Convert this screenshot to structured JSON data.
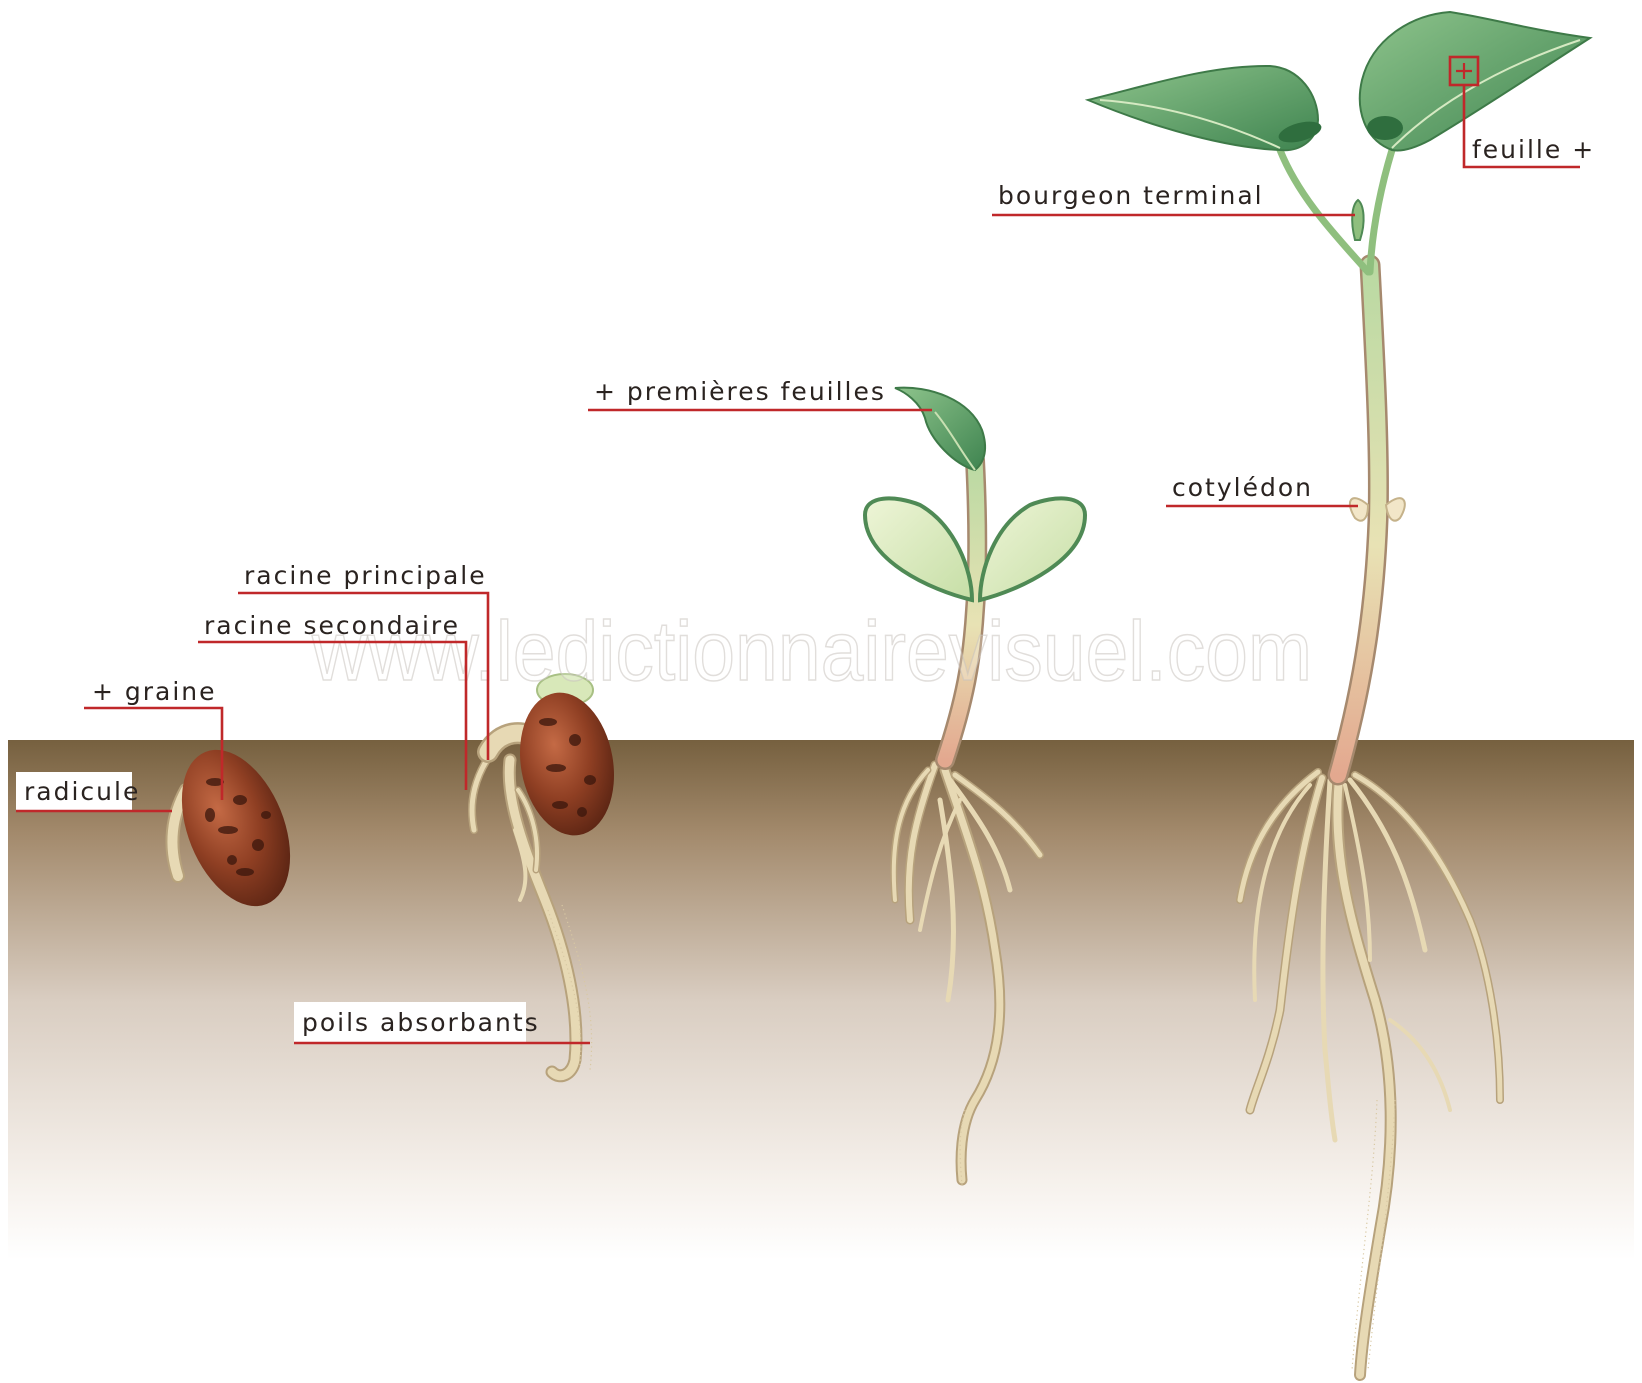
{
  "labels": {
    "radicule": "radicule",
    "graine": "+ graine",
    "racine_secondaire": "racine secondaire",
    "racine_principale": "racine principale",
    "poils_absorbants": "poils absorbants",
    "premieres_feuilles": "+ premières feuilles",
    "cotyledon": "cotylédon",
    "bourgeon_terminal": "bourgeon terminal",
    "feuille": "feuille +"
  },
  "watermark": "www.ledictionnairevisuel.com",
  "colors": {
    "leader": "#c0282a",
    "soil_top": "#7d6443",
    "soil_bottom": "#ffffff",
    "seed": "#8a3d22",
    "leaf": "#5f9e64",
    "root": "#e7d9b4"
  }
}
